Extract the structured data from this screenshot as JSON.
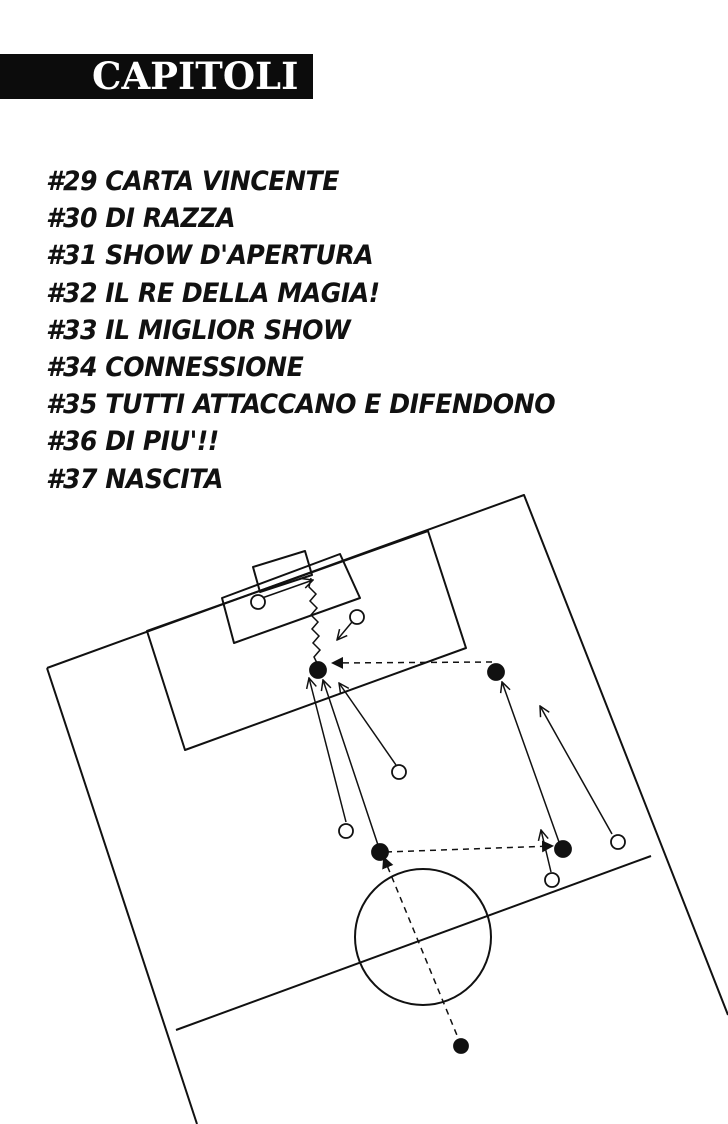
{
  "header": {
    "title": "CAPITOLI"
  },
  "chapters": [
    "#29 CARTA VINCENTE",
    "#30 DI RAZZA",
    "#31 SHOW D'APERTURA",
    "#32 IL RE DELLA MAGIA!",
    "#33 IL MIGLIOR SHOW",
    "#34 CONNESSIONE",
    "#35 TUTTI ATTACCANO E DIFENDONO",
    "#36 DI PIU'!!",
    "#37 NASCITA"
  ],
  "colors": {
    "ink": "#111111",
    "paper": "#ffffff",
    "banner": "#0c0c0c"
  }
}
